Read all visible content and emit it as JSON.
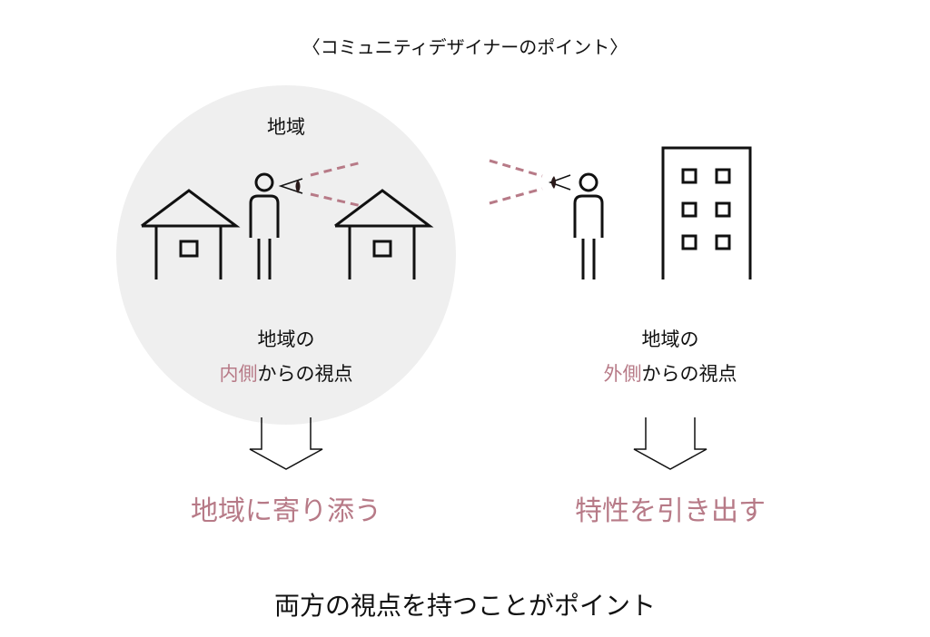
{
  "header": "〈コミュニティデザイナーのポイント〉",
  "left": {
    "region_label": "地域",
    "caption_line1": "地域の",
    "caption_highlight": "内側",
    "caption_rest": "からの視点",
    "result": "地域に寄り添う"
  },
  "right": {
    "caption_line1": "地域の",
    "caption_highlight": "外側",
    "caption_rest": "からの視点",
    "result": "特性を引き出す"
  },
  "footer": "両方の視点を持つことがポイント",
  "colors": {
    "accent": "#b77a87",
    "circle": "#efefef",
    "line": "#111111"
  }
}
